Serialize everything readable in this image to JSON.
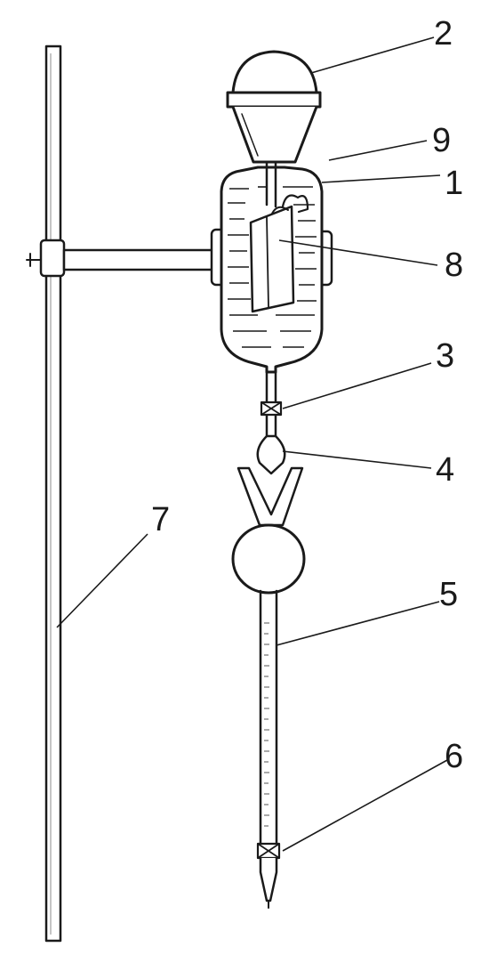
{
  "colors": {
    "ink": "#1a1a1a",
    "background": "#ffffff"
  },
  "labels": [
    {
      "id": "1",
      "text": "1"
    },
    {
      "id": "2",
      "text": "2"
    },
    {
      "id": "3",
      "text": "3"
    },
    {
      "id": "4",
      "text": "4"
    },
    {
      "id": "5",
      "text": "5"
    },
    {
      "id": "6",
      "text": "6"
    },
    {
      "id": "7",
      "text": "7"
    },
    {
      "id": "8",
      "text": "8"
    },
    {
      "id": "9",
      "text": "9"
    }
  ]
}
